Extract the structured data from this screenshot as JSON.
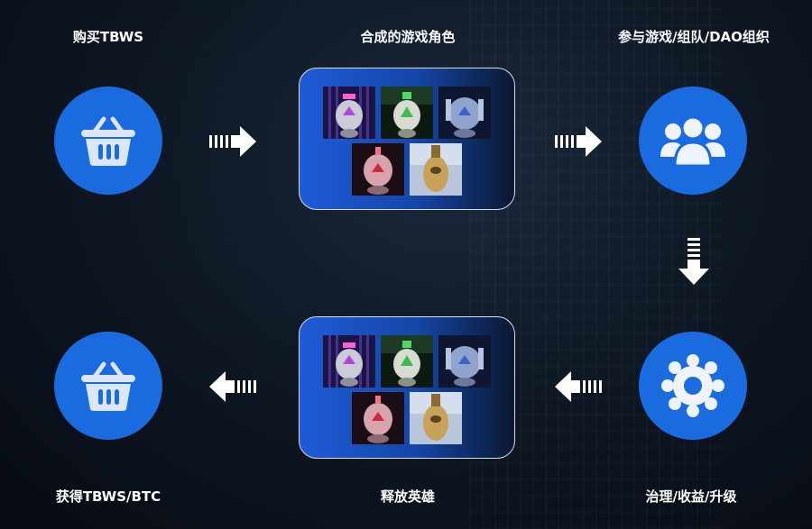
{
  "steps": {
    "buy": {
      "label": "购买TBWS",
      "icon": "shopping-basket-icon"
    },
    "synthesize": {
      "label": "合成的游戏角色"
    },
    "participate": {
      "label": "参与游戏/组队/DAO组织",
      "icon": "users-group-icon"
    },
    "governance": {
      "label": "治理/收益/升级",
      "icon": "gear-icon"
    },
    "release": {
      "label": "释放英雄"
    },
    "earn": {
      "label": "获得TBWS/BTC",
      "icon": "shopping-basket-icon"
    }
  },
  "colors": {
    "accent": "#1a6ae0",
    "panel_start": "#1f5bd8",
    "panel_end": "#0b1730"
  },
  "character_tiles": [
    "purple-robot-character",
    "green-robot-character",
    "blue-robot-character",
    "red-robot-character",
    "gold-robot-character"
  ]
}
